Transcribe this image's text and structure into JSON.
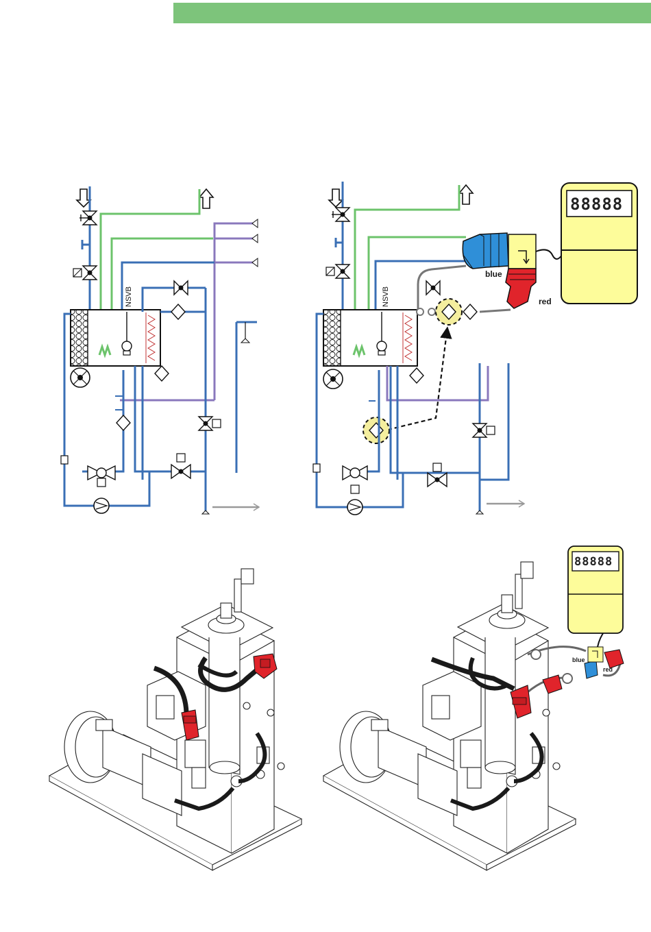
{
  "header": {
    "color": "#7dc47b"
  },
  "colors": {
    "water_blue": "#3a6fb5",
    "green_line": "#6cc36b",
    "purple_line": "#8a78bc",
    "gray_hose": "#777777",
    "meter_yellow": "#fdfc9a",
    "highlight_yellow": "#f4ee9e",
    "connector_blue": "#2f8fd8",
    "connector_red": "#e0242b"
  },
  "schematic_left": {
    "tank_label": "NSVB"
  },
  "schematic_right": {
    "tank_label": "NSVB",
    "connector_blue_label": "blue",
    "connector_red_label": "red",
    "meter_display": "88888"
  },
  "photo_right": {
    "meter_display": "88888",
    "connector_blue_label": "blue",
    "connector_red_label": "red"
  },
  "icons": [
    "arrow-down-icon",
    "arrow-up-icon",
    "valve-icon",
    "pump-icon",
    "level-sensor-icon",
    "solenoid-valve-icon",
    "meter-icon"
  ]
}
